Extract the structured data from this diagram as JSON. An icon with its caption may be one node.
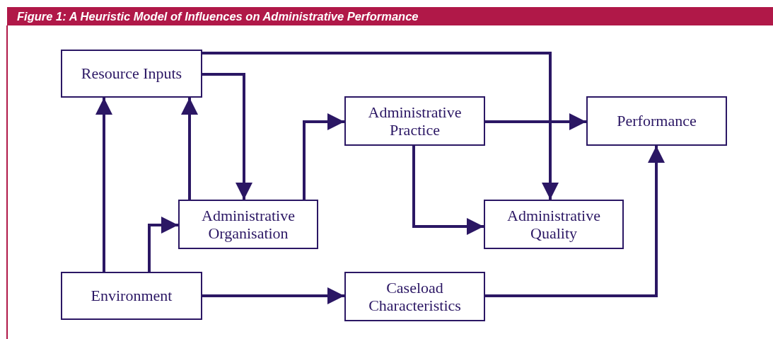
{
  "diagram": {
    "title": "Figure 1: A Heuristic Model of Influences on Administrative Performance",
    "nodes": [
      {
        "text": [
          "Resource Inputs"
        ]
      },
      {
        "text": [
          "Administrative Practice"
        ]
      },
      {
        "text": [
          "Performance"
        ]
      },
      {
        "text": [
          "Administrative Organisation"
        ]
      },
      {
        "text": [
          "Administrative Quality"
        ]
      },
      {
        "text": [
          "Environment"
        ]
      },
      {
        "text": [
          "Caseload Characteristics"
        ]
      }
    ],
    "edges": [
      {
        "from": 0,
        "to": 4,
        "arrow": "to"
      },
      {
        "from": 0,
        "to": 3,
        "arrow": "to"
      },
      {
        "from": 3,
        "to": 0,
        "arrow": "to"
      },
      {
        "from": 5,
        "to": 0,
        "arrow": "to"
      },
      {
        "from": 5,
        "to": 3,
        "arrow": "to"
      },
      {
        "from": 3,
        "to": 1,
        "arrow": "to"
      },
      {
        "from": 1,
        "to": 2,
        "arrow": "to"
      },
      {
        "from": 1,
        "to": 4,
        "arrow": "to"
      },
      {
        "from": 5,
        "to": 6,
        "arrow": "to"
      },
      {
        "from": 6,
        "to": 2,
        "arrow": "to"
      }
    ]
  }
}
